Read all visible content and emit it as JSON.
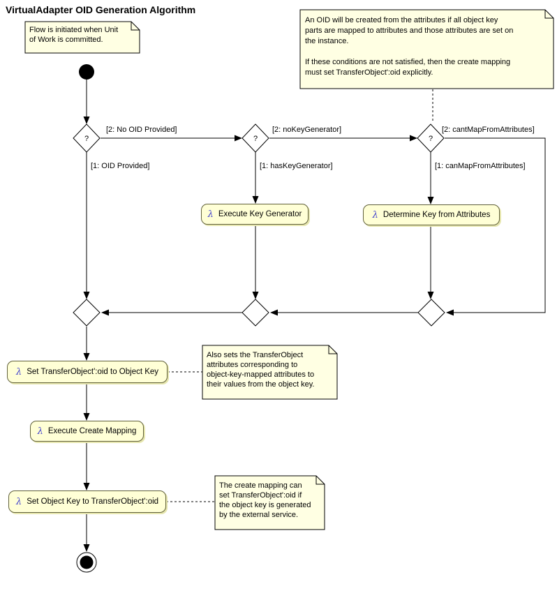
{
  "title": "VirtualAdapter OID Generation Algorithm",
  "decision_glyph": "?",
  "lambda_glyph": "λ",
  "guards": {
    "no_oid_provided": "[2: No OID Provided]",
    "oid_provided": "[1: OID Provided]",
    "no_key_generator": "[2: noKeyGenerator]",
    "has_key_generator": "[1: hasKeyGenerator]",
    "cant_map_from_attributes": "[2: cantMapFromAttributes]",
    "can_map_from_attributes": "[1: canMapFromAttributes]"
  },
  "actions": {
    "execute_key_generator": "Execute Key Generator",
    "determine_key_from_attributes": "Determine Key from Attributes",
    "set_oid_to_object_key": "Set TransferObject':oid to Object Key",
    "execute_create_mapping": "Execute Create Mapping",
    "set_object_key_to_oid": "Set Object Key to TransferObject':oid"
  },
  "notes": {
    "flow_initiated": "Flow is initiated when Unit\nof Work is committed.",
    "oid_creation": "An OID will be created from the attributes if all object key\nparts are mapped to attributes and those attributes are set on\nthe instance.\n\nIf these conditions are not satisfied, then the create mapping\nmust set TransferObject':oid explicitly.",
    "also_sets": "Also sets the TransferObject\nattributes corresponding to\nobject-key-mapped attributes to\ntheir values from the object key.",
    "create_mapping": "The create mapping can\nset TransferObject':oid if\nthe object key is generated\nby the external service."
  },
  "colors": {
    "note_fill": "#FFFFE3",
    "action_fill": "#FFFFD6",
    "action_border": "#60603A",
    "action_shadow": "#E6E6AE",
    "lambda": "#4040CC",
    "line": "#000000",
    "background": "#FFFFFF"
  }
}
